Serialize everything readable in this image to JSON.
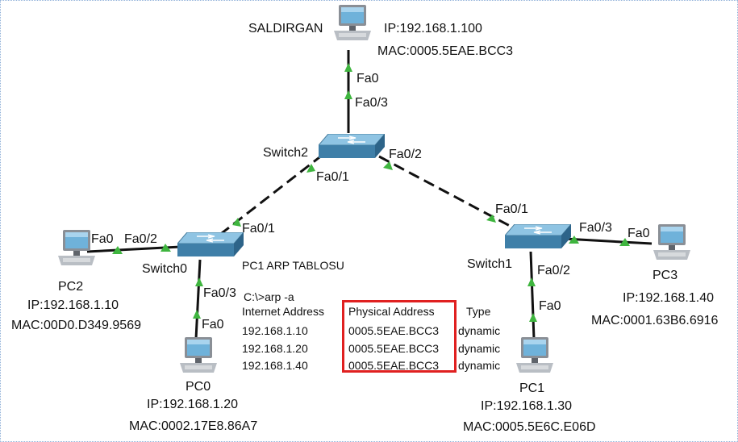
{
  "devices": {
    "attacker": {
      "name": "SALDIRGAN",
      "ip": "IP:192.168.1.100",
      "mac": "MAC:0005.5EAE.BCC3"
    },
    "pc0": {
      "name": "PC0",
      "ip": "IP:192.168.1.20",
      "mac": "MAC:0002.17E8.86A7"
    },
    "pc1": {
      "name": "PC1",
      "ip": "IP:192.168.1.30",
      "mac": "MAC:0005.5E6C.E06D"
    },
    "pc2": {
      "name": "PC2",
      "ip": "IP:192.168.1.10",
      "mac": "MAC:00D0.D349.9569"
    },
    "pc3": {
      "name": "PC3",
      "ip": "IP:192.168.1.40",
      "mac": "MAC:0001.63B6.6916"
    },
    "switch0": {
      "name": "Switch0"
    },
    "switch1": {
      "name": "Switch1"
    },
    "switch2": {
      "name": "Switch2"
    }
  },
  "ports": {
    "attacker_fa0": "Fa0",
    "sw2_fa03": "Fa0/3",
    "sw2_fa01": "Fa0/1",
    "sw2_fa02": "Fa0/2",
    "sw0_fa01": "Fa0/1",
    "sw0_fa02": "Fa0/2",
    "sw0_fa03": "Fa0/3",
    "pc2_fa0": "Fa0",
    "pc0_fa0": "Fa0",
    "sw1_fa01": "Fa0/1",
    "sw1_fa03": "Fa0/3",
    "sw1_fa02": "Fa0/2",
    "pc3_fa0": "Fa0",
    "pc1_fa0": "Fa0"
  },
  "arp": {
    "title": "PC1 ARP TABLOSU",
    "command": "C:\\>arp -a",
    "headers": {
      "internet": "Internet Address",
      "physical": "Physical Address",
      "type": "Type"
    },
    "rows": [
      {
        "internet": "192.168.1.10",
        "physical": "0005.5EAE.BCC3",
        "type": "dynamic"
      },
      {
        "internet": "192.168.1.20",
        "physical": "0005.5EAE.BCC3",
        "type": "dynamic"
      },
      {
        "internet": "192.168.1.40",
        "physical": "0005.5EAE.BCC3",
        "type": "dynamic"
      }
    ]
  },
  "colors": {
    "link": "#111111",
    "port_up": "#3fb53f",
    "highlight": "#e02020",
    "device": "#7fb8d8"
  }
}
